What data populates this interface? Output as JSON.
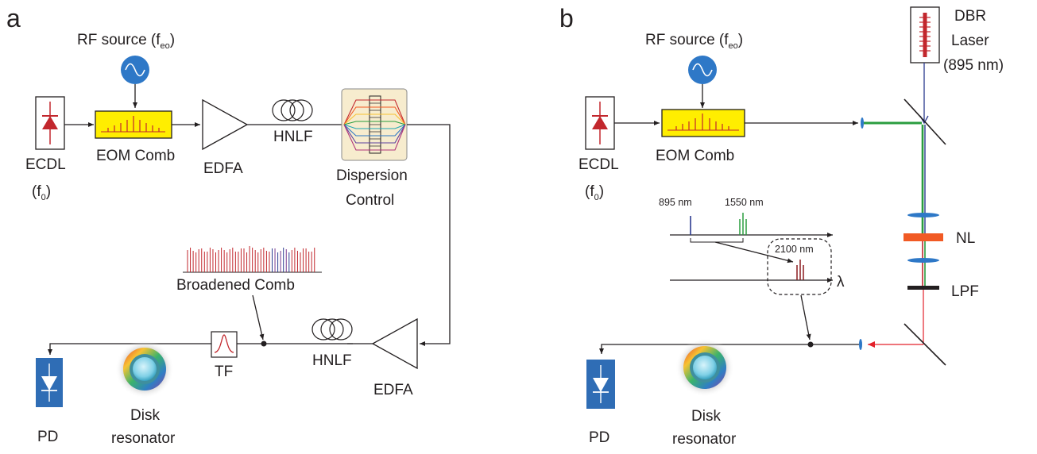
{
  "panels": {
    "a": {
      "letter": "a",
      "rf_source": "RF source (f",
      "rf_sub": "eo",
      "rf_close": ")",
      "ecdl": "ECDL",
      "ecdl_f": "(f",
      "ecdl_sub": "0",
      "ecdl_close": ")",
      "eom": "EOM Comb",
      "edfa1": "EDFA",
      "hnlf1": "HNLF",
      "dispersion_1": "Dispersion",
      "dispersion_2": "Control",
      "broadened": "Broadened Comb",
      "hnlf2": "HNLF",
      "edfa2": "EDFA",
      "tf": "TF",
      "pd": "PD",
      "disk_1": "Disk",
      "disk_2": "resonator"
    },
    "b": {
      "letter": "b",
      "rf_source": "RF source (f",
      "rf_sub": "eo",
      "rf_close": ")",
      "ecdl": "ECDL",
      "ecdl_f": "(f",
      "ecdl_sub": "0",
      "ecdl_close": ")",
      "eom": "EOM Comb",
      "dbr_1": "DBR",
      "dbr_2": "Laser",
      "dbr_3": "(895 nm)",
      "nl": "NL",
      "lpf": "LPF",
      "spec_895": "895 nm",
      "spec_1550": "1550 nm",
      "spec_2100": "2100 nm",
      "lambda": "λ",
      "pd": "PD",
      "disk_1": "Disk",
      "disk_2": "resonator"
    }
  },
  "colors": {
    "eom_fill": "#ffee00",
    "comb_line": "#c2272d",
    "rf_blue": "#2e78c7",
    "pd_blue": "#2f6db5",
    "disp_fill": "#f7ecce",
    "green_beam": "#2a9d3f",
    "nl_orange": "#f15a24",
    "red_beam": "#e3212b"
  }
}
